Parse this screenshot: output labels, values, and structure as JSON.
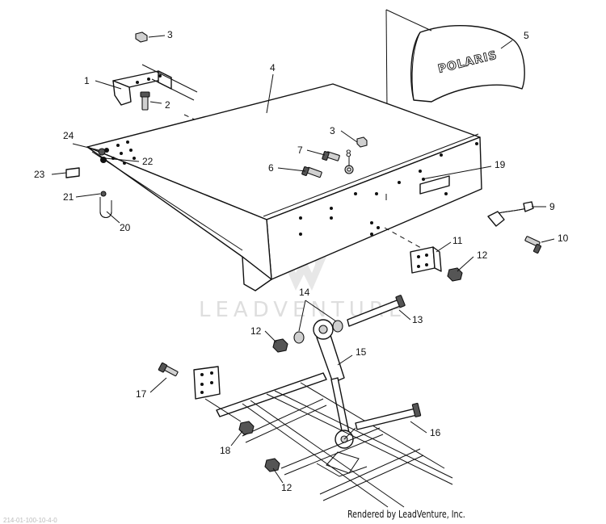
{
  "callouts": {
    "c1": "1",
    "c2": "2",
    "c3a": "3",
    "c3b": "3",
    "c4": "4",
    "c5": "5",
    "c6": "6",
    "c7": "7",
    "c8": "8",
    "c9": "9",
    "c10": "10",
    "c11": "11",
    "c12a": "12",
    "c12b": "12",
    "c12c": "12",
    "c13": "13",
    "c14": "14",
    "c15": "15",
    "c16": "16",
    "c17": "17",
    "c18": "18",
    "c19": "19",
    "c20": "20",
    "c21": "21",
    "c22": "22",
    "c23": "23",
    "c24": "24"
  },
  "cover_brand": "POLARIS",
  "watermark": "LEADVENTURE",
  "render_credit": "Rendered by LeadVenture, Inc.",
  "margin_note": "214-01-100-10-4-0"
}
